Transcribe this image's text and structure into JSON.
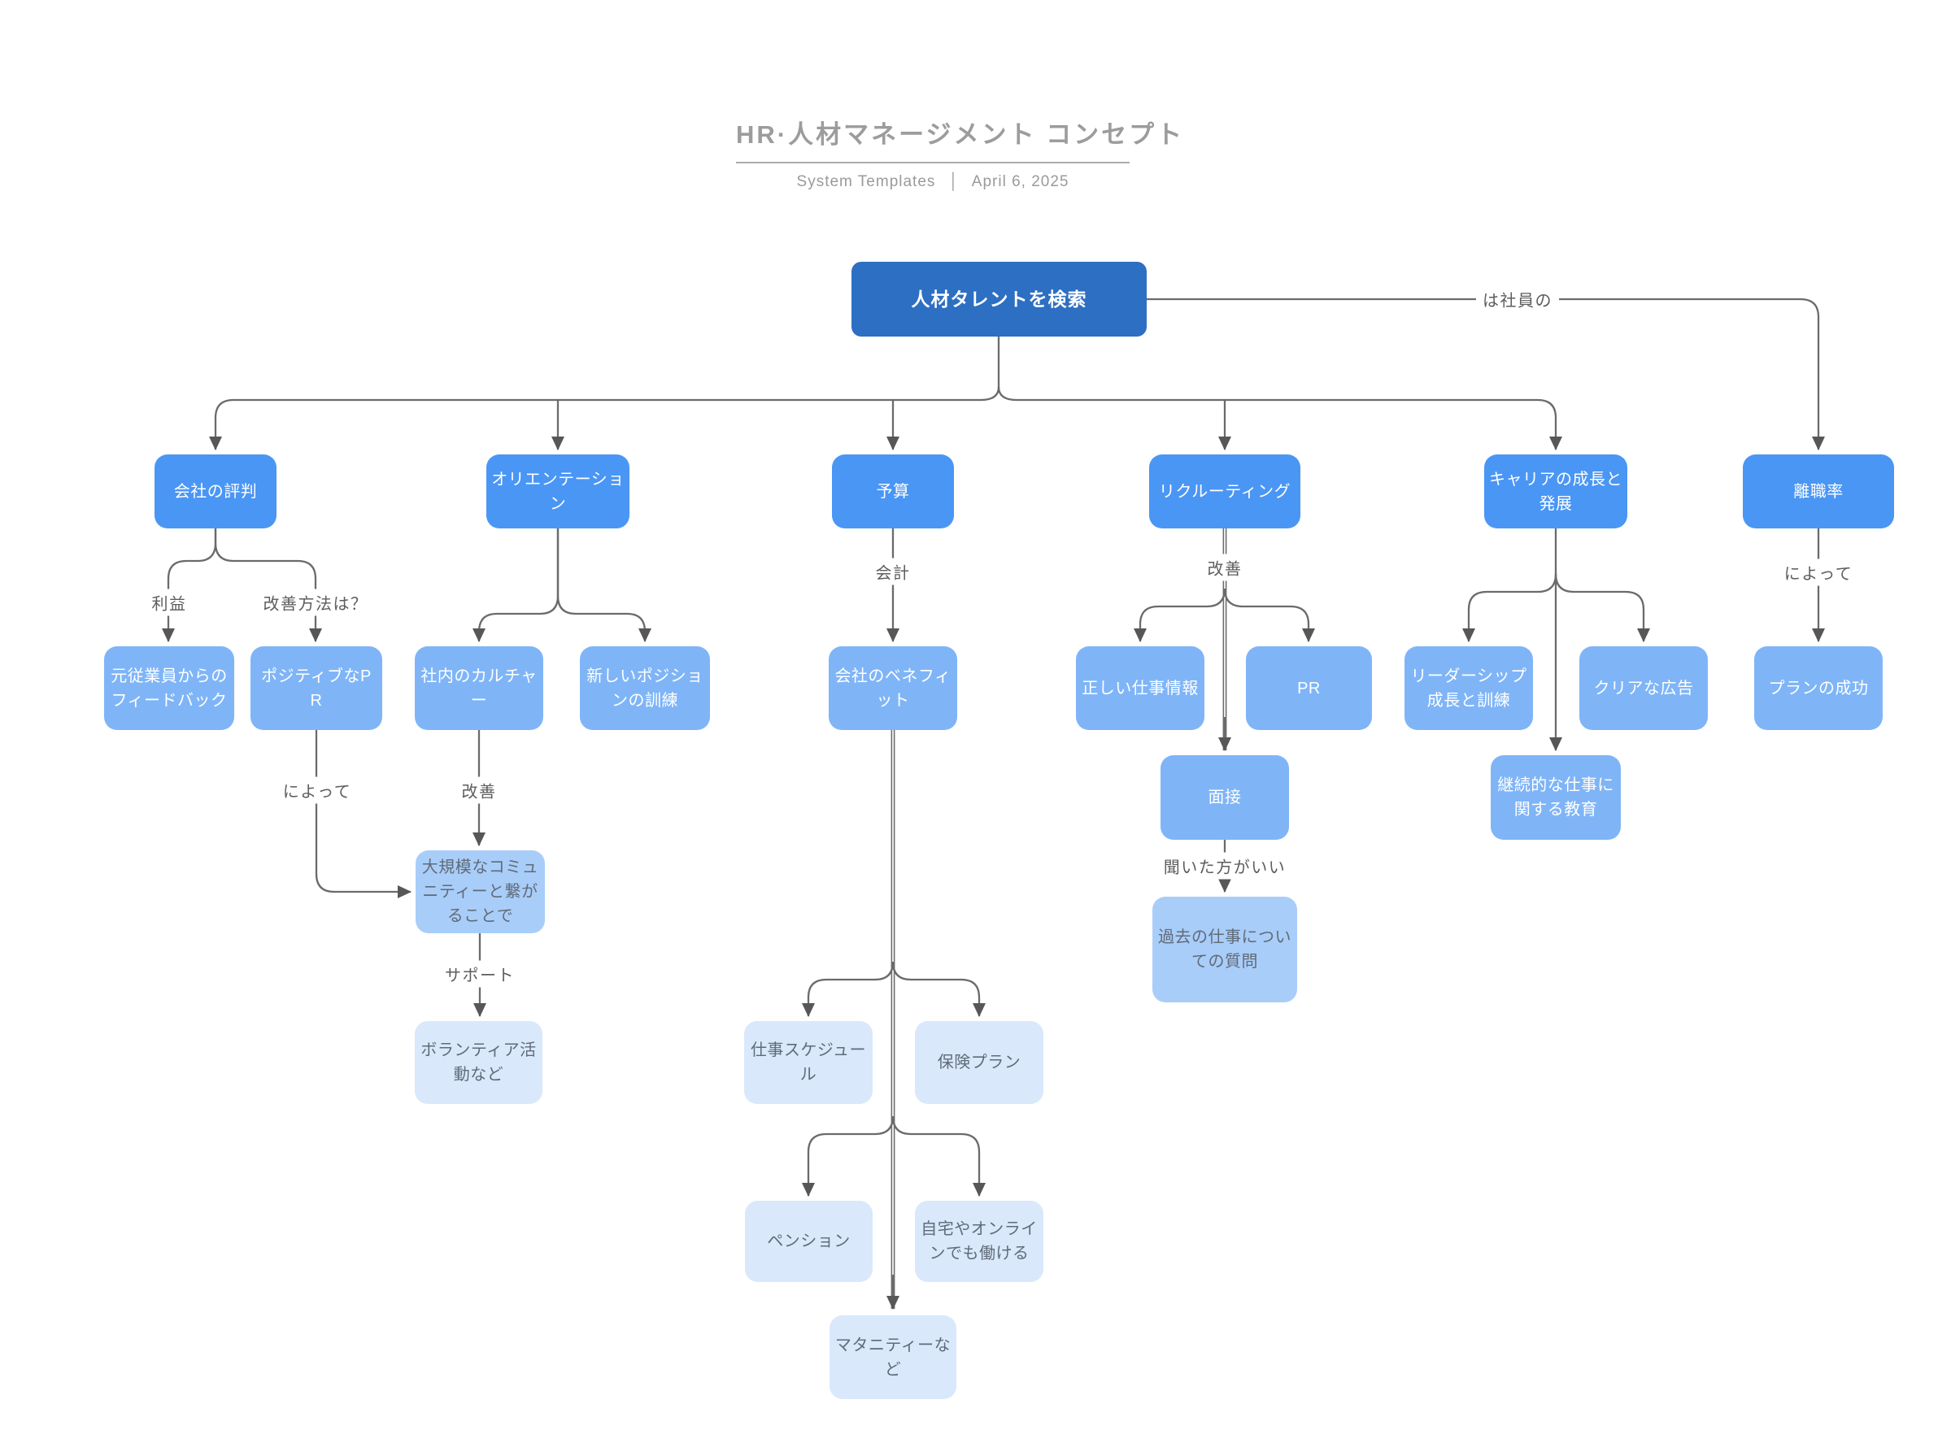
{
  "header": {
    "title": "HR·人材マネージメント コンセプト",
    "meta_left": "System Templates",
    "meta_divider": "│",
    "meta_right": "April 6, 2025"
  },
  "nodes": {
    "root": {
      "label": "人材タレントを検索",
      "level": "root"
    },
    "hyoban": {
      "label": "会社の評判",
      "level": "l1"
    },
    "orientation": {
      "label": "オリエンテーション",
      "level": "l1"
    },
    "yosan": {
      "label": "予算",
      "level": "l1"
    },
    "recruiting": {
      "label": "リクルーティング",
      "level": "l1"
    },
    "career": {
      "label": "キャリアの成長と発展",
      "level": "l1"
    },
    "rishoku": {
      "label": "離職率",
      "level": "l1"
    },
    "feedback": {
      "label": "元従業員からのフィードバック",
      "level": "l2"
    },
    "positivepr": {
      "label": "ポジティブなPR",
      "level": "l2"
    },
    "culture": {
      "label": "社内のカルチャー",
      "level": "l2"
    },
    "newposition": {
      "label": "新しいポジションの訓練",
      "level": "l2"
    },
    "benefit": {
      "label": "会社のベネフィット",
      "level": "l2"
    },
    "jobinfo": {
      "label": "正しい仕事情報",
      "level": "l2"
    },
    "pr": {
      "label": "PR",
      "level": "l2"
    },
    "leadership": {
      "label": "リーダーシップ成長と訓練",
      "level": "l2"
    },
    "clearad": {
      "label": "クリアな広告",
      "level": "l2"
    },
    "plansuccess": {
      "label": "プランの成功",
      "level": "l2"
    },
    "mensetsu": {
      "label": "面接",
      "level": "l2"
    },
    "education": {
      "label": "継続的な仕事に関する教育",
      "level": "l2"
    },
    "community": {
      "label": "大規模なコミュニティーと繋がることで",
      "level": "l3"
    },
    "pastjob": {
      "label": "過去の仕事についての質問",
      "level": "l3"
    },
    "volunteer": {
      "label": "ボランティア活動など",
      "level": "l4"
    },
    "schedule": {
      "label": "仕事スケジュール",
      "level": "l4"
    },
    "insurance": {
      "label": "保険プラン",
      "level": "l4"
    },
    "pension": {
      "label": "ペンション",
      "level": "l4"
    },
    "remote": {
      "label": "自宅やオンラインでも働ける",
      "level": "l4"
    },
    "maternity": {
      "label": "マタニティーなど",
      "level": "l4"
    }
  },
  "edge_labels": {
    "shain": "は社員の",
    "rieki": "利益",
    "kaizen_q": "改善方法は？",
    "niyotte1": "によって",
    "kaizen1": "改善",
    "support": "サポート",
    "kaikei": "会計",
    "kaizen2": "改善",
    "kiita": "聞いた方がいい",
    "niyotte2": "によって"
  },
  "colors": {
    "root": "#2D6FC2",
    "l1": "#4A96F5",
    "l2": "#7FB5F7",
    "l3": "#A9CDF9",
    "l4": "#D9E8FB",
    "line": "#6B6B6B",
    "arrow": "#575757",
    "label_text": "#5D5D5D",
    "light_text": "#606B78",
    "title_text": "#9C9C9C"
  }
}
